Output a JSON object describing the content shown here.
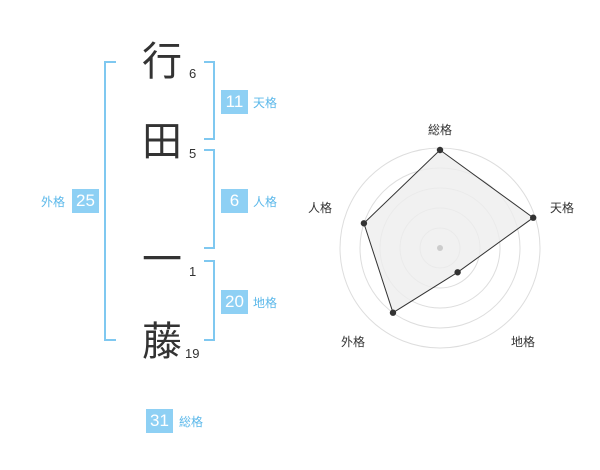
{
  "name": {
    "chars": [
      {
        "char": "行",
        "strokes": "6"
      },
      {
        "char": "田",
        "strokes": "5"
      },
      {
        "char": "一",
        "strokes": "1"
      },
      {
        "char": "藤",
        "strokes": "19"
      }
    ]
  },
  "kaku": {
    "ten": {
      "value": "11",
      "label": "天格"
    },
    "jin": {
      "value": "6",
      "label": "人格"
    },
    "chi": {
      "value": "20",
      "label": "地格"
    },
    "gai": {
      "value": "25",
      "label": "外格"
    },
    "sou": {
      "value": "31",
      "label": "総格"
    }
  },
  "radar": {
    "axes": [
      "総格",
      "天格",
      "地格",
      "外格",
      "人格"
    ],
    "values": [
      0.98,
      0.98,
      0.3,
      0.8,
      0.8
    ],
    "max": 1,
    "rings": 5,
    "colors": {
      "ring": "#dddddd",
      "fill": "#eeeeee",
      "line": "#333333",
      "center": "#cccccc"
    }
  },
  "colors": {
    "badge": "#8ed0f4",
    "bracket": "#7fc8f0",
    "badge_label": "#5bb8ea"
  }
}
